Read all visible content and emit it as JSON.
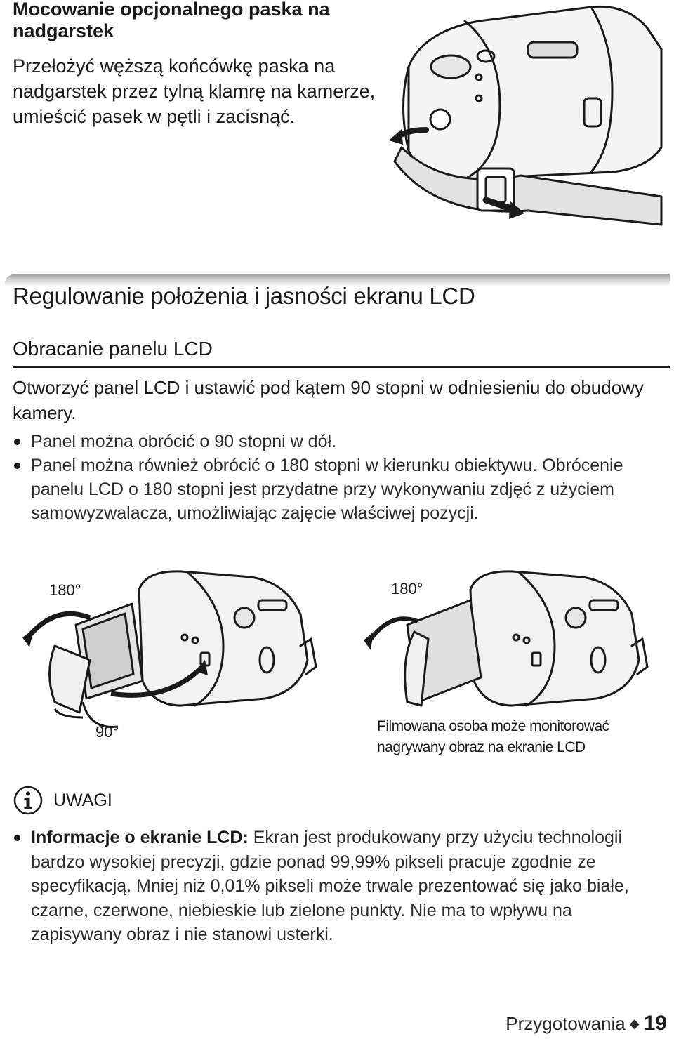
{
  "strap": {
    "title": "Mocowanie opcjonalnego paska na nadgarstek",
    "body": "Przełożyć węższą końcówkę paska na nadgarstek przez tylną klamrę na kamerze, umieścić pasek w pętli i zacisnąć."
  },
  "lcd_section": {
    "title": "Regulowanie położenia i jasności ekranu LCD",
    "subtitle": "Obracanie panelu LCD",
    "step": "Otworzyć panel LCD i ustawić pod kątem 90 stopni w odniesieniu do obudowy kamery.",
    "bullets": [
      "Panel można obrócić o 90 stopni w dół.",
      "Panel można również obrócić o 180 stopni w kierunku obiektywu. Obrócenie panelu LCD o 180 stopni jest przydatne przy wykonywaniu zdjęć z użyciem samowyzwalacza, umożliwiając zajęcie właściwej pozycji."
    ]
  },
  "illustrations": {
    "left_top_angle": "180°",
    "left_bottom_angle": "90°",
    "right_top_angle": "180°",
    "right_caption": "Filmowana osoba może monitorować nagrywany obraz na ekranie LCD"
  },
  "notes": {
    "icon": "info-icon",
    "heading": "UWAGI",
    "items": [
      {
        "lead": "Informacje o ekranie LCD:",
        "text": " Ekran jest produkowany przy użyciu technologii bardzo wysokiej precyzji, gdzie ponad 99,99% pikseli pracuje zgodnie ze specyfikacją. Mniej niż 0,01% pikseli może trwale prezentować się jako białe, czarne, czerwone, niebieskie lub zielone punkty. Nie ma to wpływu na zapisywany obraz i nie stanowi usterki."
      }
    ]
  },
  "footer": {
    "section": "Przygotowania",
    "separator": "◆",
    "page_number": "19"
  }
}
